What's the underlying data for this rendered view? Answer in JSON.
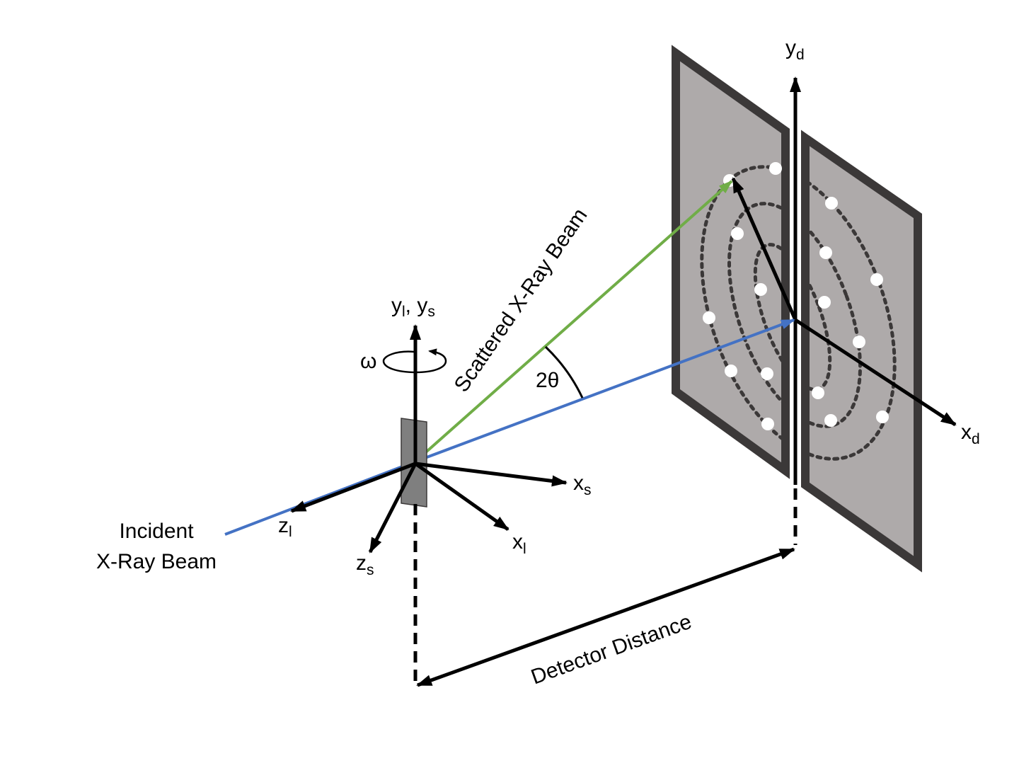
{
  "labels": {
    "y_axis_main": "y",
    "y_axis_sub_l": "l",
    "y_axis_sep": ", y",
    "y_axis_sub_s": "s",
    "omega": "ω",
    "scattered_beam": "Scattered X-Ray Beam",
    "two_theta": "2θ",
    "incident_line1": "Incident",
    "incident_line2": "X-Ray Beam",
    "z_l_main": "z",
    "z_l_sub": "l",
    "z_s_main": "z",
    "z_s_sub": "s",
    "x_l_main": "x",
    "x_l_sub": "l",
    "x_s_main": "x",
    "x_s_sub": "s",
    "y_d_main": "y",
    "y_d_sub": "d",
    "x_d_main": "x",
    "x_d_sub": "d",
    "detector_distance": "Detector Distance"
  },
  "colors": {
    "incident_beam": "#4472c4",
    "scattered_beam": "#70ad47",
    "detector_fill": "#aeaaaa",
    "detector_frame": "#3b3838",
    "sample_fill": "#7f7f7f",
    "ring_dots": "#3b3838",
    "spots": "#ffffff",
    "axes": "#000000"
  },
  "icons": {
    "rotation": "circular-rotation-arrow-icon"
  }
}
